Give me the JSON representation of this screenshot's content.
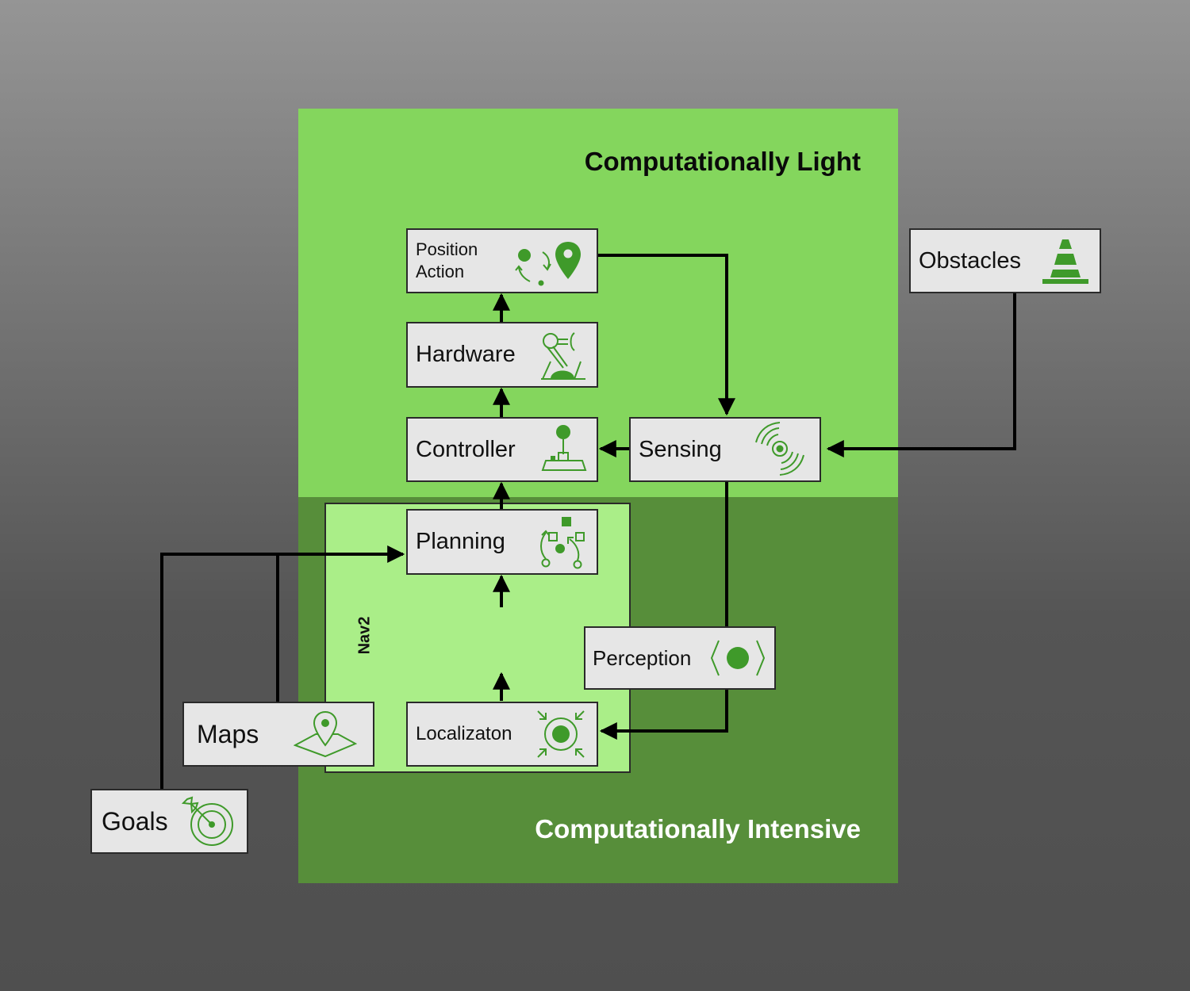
{
  "zones": {
    "light_title": "Computationally Light",
    "intensive_title": "Computationally Intensive"
  },
  "nav2_label": "Nav2",
  "nodes": {
    "position_action": {
      "line1": "Position",
      "line2": "Action",
      "icon": "map-pin-route-icon"
    },
    "hardware": {
      "label": "Hardware",
      "icon": "robot-arm-icon"
    },
    "controller": {
      "label": "Controller",
      "icon": "joystick-icon"
    },
    "sensing": {
      "label": "Sensing",
      "icon": "radar-signal-icon"
    },
    "obstacles": {
      "label": "Obstacles",
      "icon": "traffic-cone-icon"
    },
    "planning": {
      "label": "Planning",
      "icon": "strategy-plan-icon"
    },
    "perception": {
      "label": "Perception",
      "icon": "focus-target-icon"
    },
    "localization": {
      "label": "Localizaton",
      "icon": "localize-target-icon"
    },
    "maps": {
      "label": "Maps",
      "icon": "map-location-icon"
    },
    "goals": {
      "label": "Goals",
      "icon": "dartboard-icon"
    }
  },
  "colors": {
    "light_zone": "#84d65d",
    "intensive_zone": "#578e3a",
    "nav2_zone": "#aaee88",
    "node_fill": "#e6e6e6",
    "icon_green": "#3f9a2a"
  }
}
